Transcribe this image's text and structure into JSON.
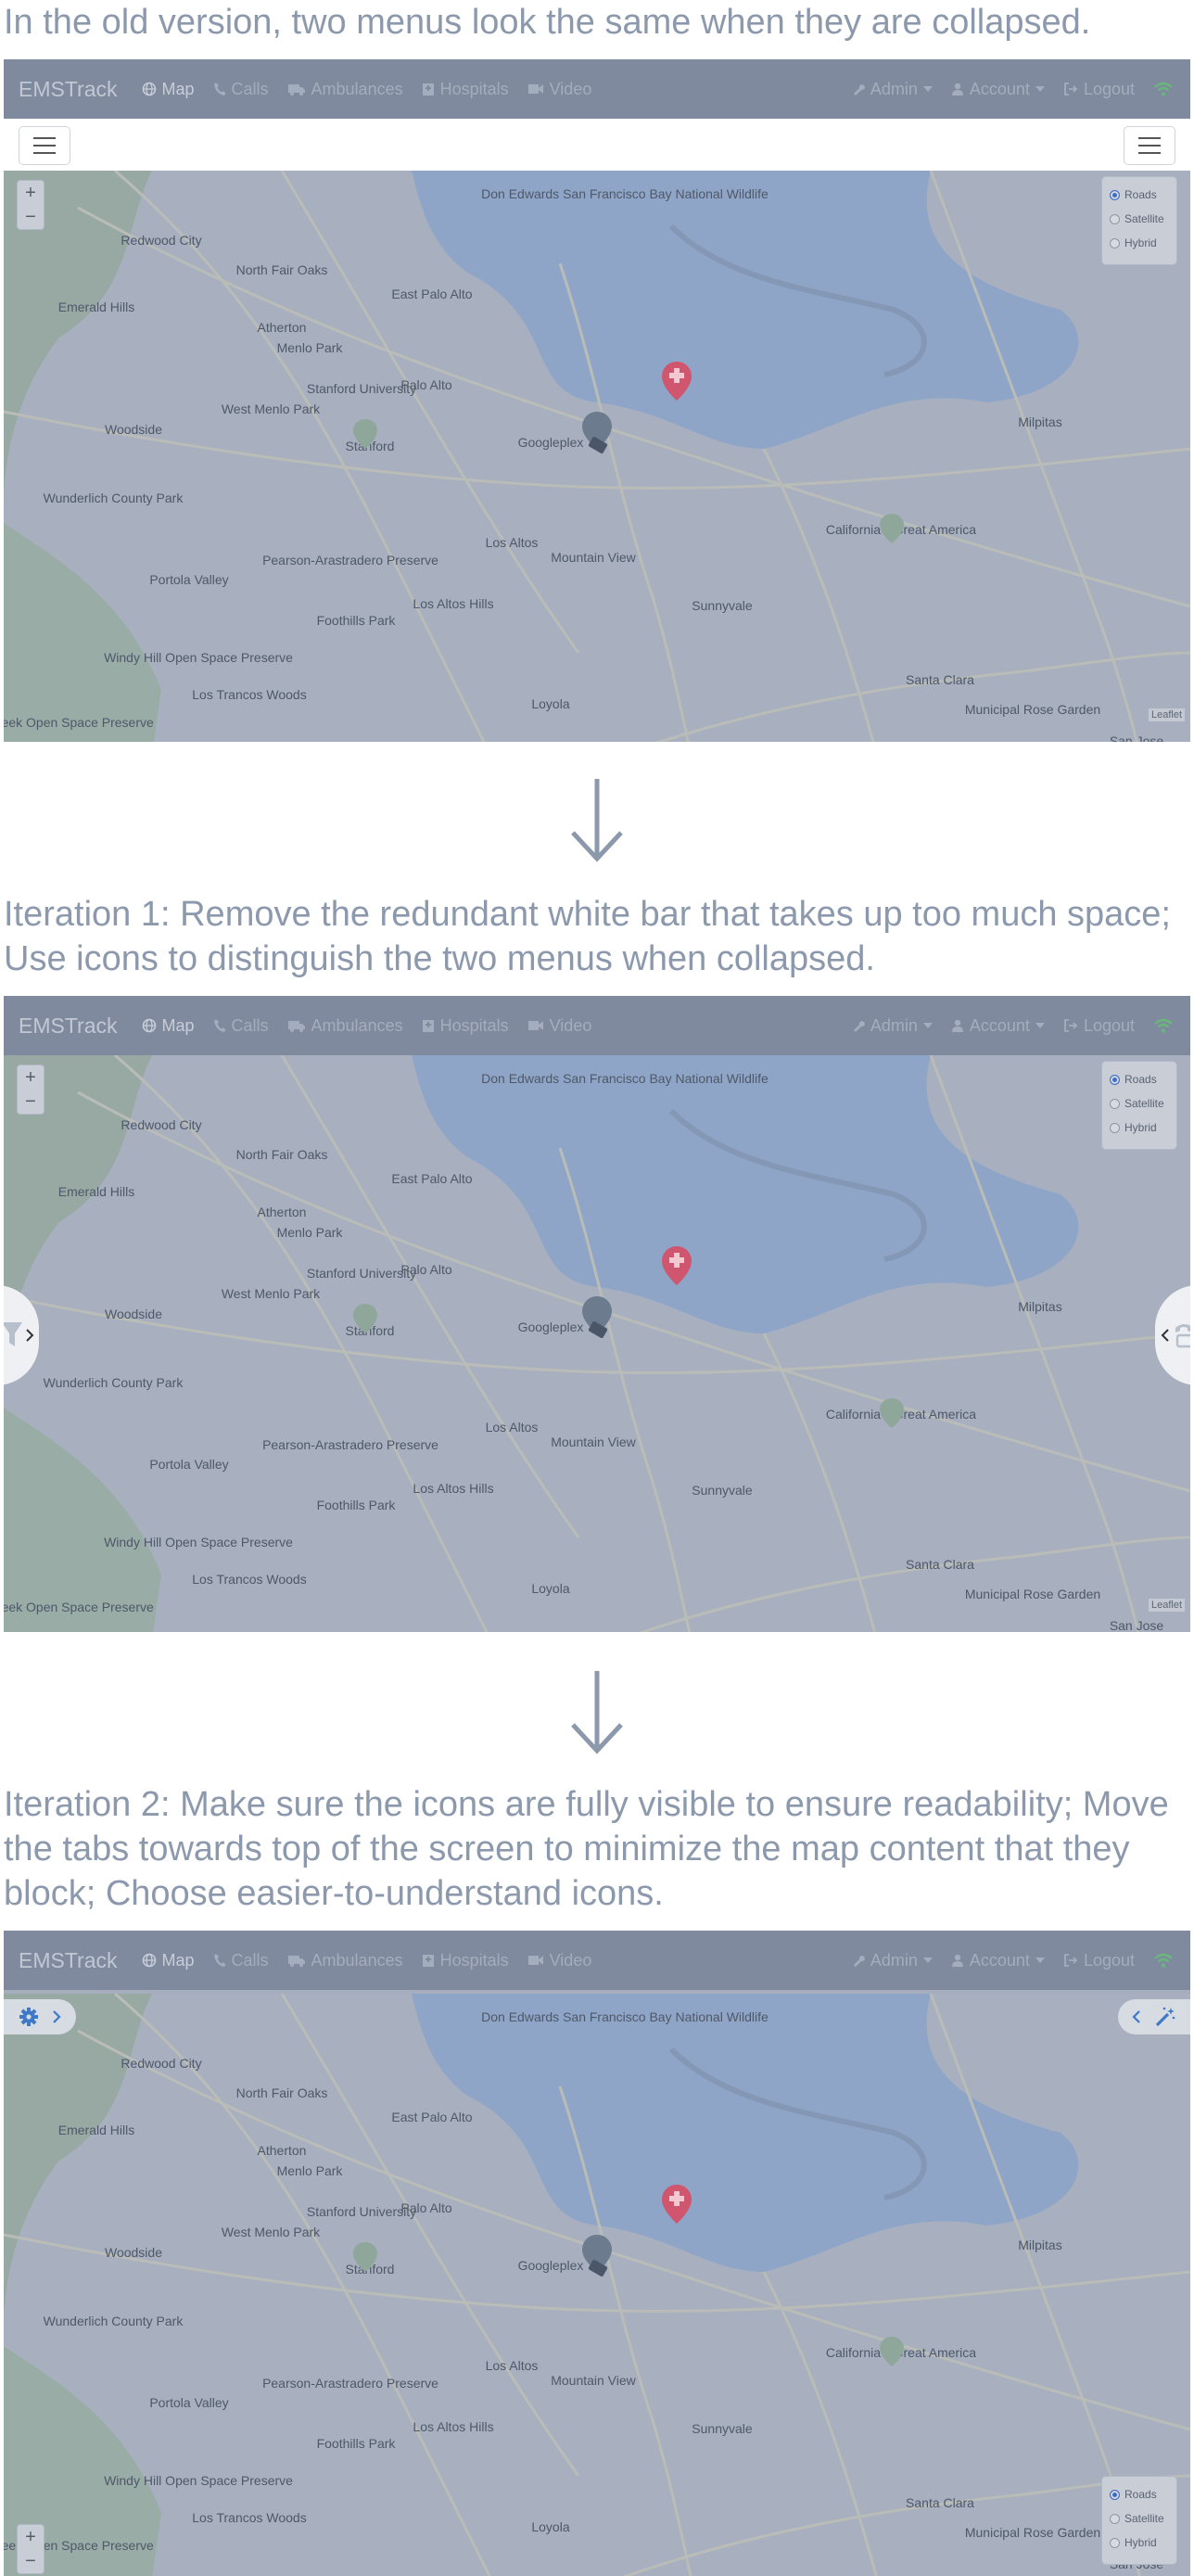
{
  "captions": {
    "old": "In the old version, two menus look the same when they are collapsed.",
    "iter1": "Iteration 1: Remove the redundant white bar that takes up too much space; Use icons to distinguish the two menus when collapsed.",
    "iter2": "Iteration 2: Make sure the icons are fully visible to ensure readability; Move the tabs towards top of the screen to minimize the map content that they block; Choose easier-to-understand icons."
  },
  "navbar": {
    "brand": "EMSTrack",
    "items": [
      "Map",
      "Calls",
      "Ambulances",
      "Hospitals",
      "Video"
    ],
    "right": [
      "Admin",
      "Account",
      "Logout"
    ]
  },
  "map": {
    "zoom_in": "+",
    "zoom_out": "−",
    "layers": [
      "Roads",
      "Satellite",
      "Hybrid"
    ],
    "selected_layer": "Roads",
    "attribution": "Leaflet",
    "labels": [
      "Redwood City",
      "North Fair Oaks",
      "Emerald Hills",
      "Atherton",
      "Menlo Park",
      "East Palo Alto",
      "Palo Alto",
      "Stanford University",
      "West Menlo Park",
      "Stanford",
      "Woodside",
      "Googleplex",
      "Mountain View",
      "Los Altos",
      "Los Altos Hills",
      "Sunnyvale",
      "Santa Clara",
      "Milpitas",
      "Portola Valley",
      "Pearson-Arastradero Preserve",
      "Foothills Park",
      "Windy Hill Open Space Preserve",
      "Los Trancos Woods",
      "Loyola",
      "Wunderlich County Park",
      "La Honda Creek Open Space Preserve",
      "Don Edwards San Francisco Bay National Wildlife",
      "California's Great America",
      "Municipal Rose Garden",
      "San Jose"
    ]
  },
  "colors": {
    "navbar": "#7f8a9e",
    "map_water": "#8fa5c7",
    "map_land": "#a6aebe",
    "marker_red": "#d0556e",
    "tab_icon_blue": "#3f78c9"
  },
  "icons": {
    "map": "globe-icon",
    "calls": "phone-icon",
    "ambulances": "ambulance-icon",
    "hospitals": "hospital-icon",
    "video": "video-icon",
    "admin": "wrench-icon",
    "account": "user-icon",
    "logout": "sign-out-icon",
    "status": "wifi-icon",
    "left_tab_iter2": "gear-icon",
    "right_tab_iter2": "magic-wand-icon"
  }
}
